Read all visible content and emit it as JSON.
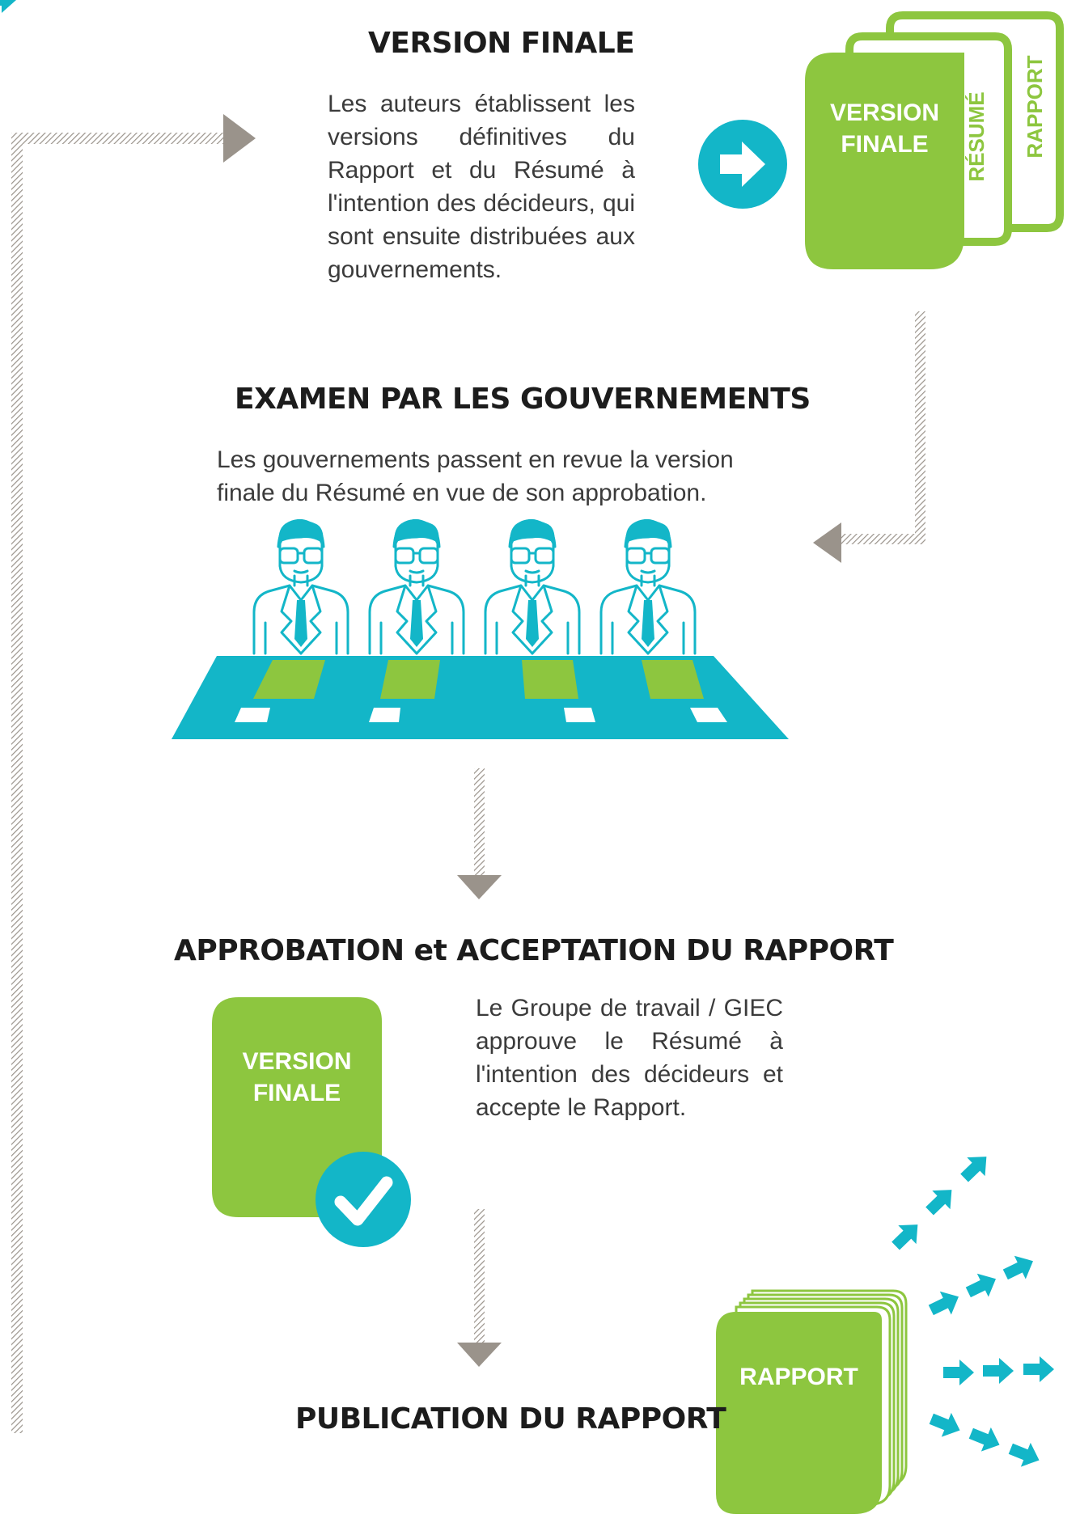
{
  "steps": {
    "final_version": {
      "title": "VERSION FINALE",
      "text": "Les auteurs établissent les versions définitives du Rapport et du Résumé à l'intention des décideurs, qui sont ensuite distribuées aux gouvernements."
    },
    "government_review": {
      "title": "EXAMEN PAR LES GOUVERNEMENTS",
      "text": "Les gouvernements passent en revue la version finale du Résumé en vue de son approbation."
    },
    "approval": {
      "title": "APPROBATION et ACCEPTATION DU RAPPORT",
      "text": "Le Groupe de travail / GIEC approuve le Résumé à l'intention des décideurs et accepte le Rapport."
    },
    "publication": {
      "title": "PUBLICATION DU RAPPORT"
    }
  },
  "documents": {
    "final_version_label_line1": "VERSION",
    "final_version_label_line2": "FINALE",
    "summary_label": "RÉSUMÉ",
    "report_label": "RAPPORT",
    "published_report_label": "RAPPORT"
  },
  "colors": {
    "green": "#8dc63f",
    "teal": "#13b6c8",
    "arrow_grey": "#9a938b",
    "heading": "#1c1c1c",
    "text": "#3b3b3b"
  },
  "icons": [
    "right-arrow-icon",
    "checkmark-icon",
    "government-delegate-icon",
    "flow-arrow-icon",
    "distribution-arrow-icon"
  ]
}
